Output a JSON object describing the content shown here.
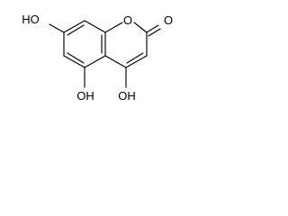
{
  "molecule": {
    "atom_labels": {
      "hydroxyl_7": "HO",
      "ring_oxygen": "O",
      "carbonyl_oxygen": "O",
      "hydroxyl_5": "OH",
      "hydroxyl_4": "OH"
    },
    "colors": {
      "bond": "#000000",
      "label": "#000000",
      "background": "#ffffff"
    }
  }
}
